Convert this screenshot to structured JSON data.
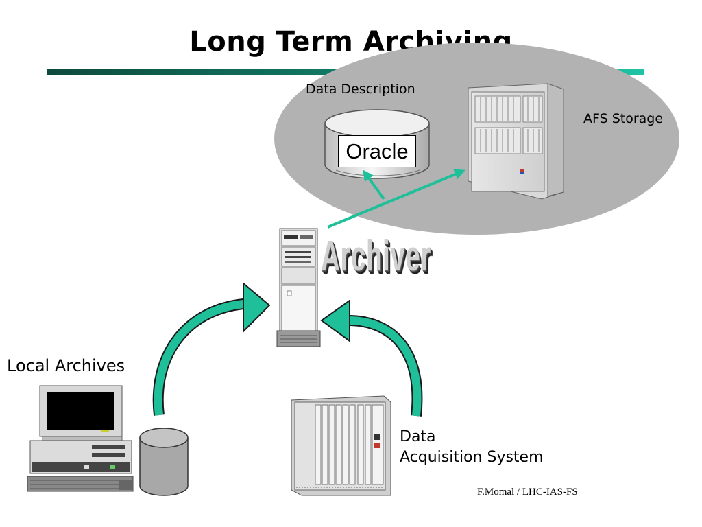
{
  "slide": {
    "title": "Long Term Archiving",
    "credit": "F.Momal / LHC-IAS-FS"
  },
  "labels": {
    "data_description": "Data Description",
    "afs_storage": "AFS Storage",
    "oracle": "Oracle",
    "archiver": "Archiver",
    "local_archives": "Local Archives",
    "daq_line1": "Data",
    "daq_line2": "Acquisition System"
  },
  "colors": {
    "arrow": "#1fbf9a",
    "ellipse": "#b2b2b2",
    "rule_dark": "#0d4a3c",
    "rule_light": "#1fc4a4"
  },
  "icons": [
    "database-cylinder-icon",
    "afs-storage-cabinet-icon",
    "archiver-server-tower-icon",
    "workstation-computer-icon",
    "local-disk-cylinder-icon",
    "daq-crate-icon"
  ]
}
